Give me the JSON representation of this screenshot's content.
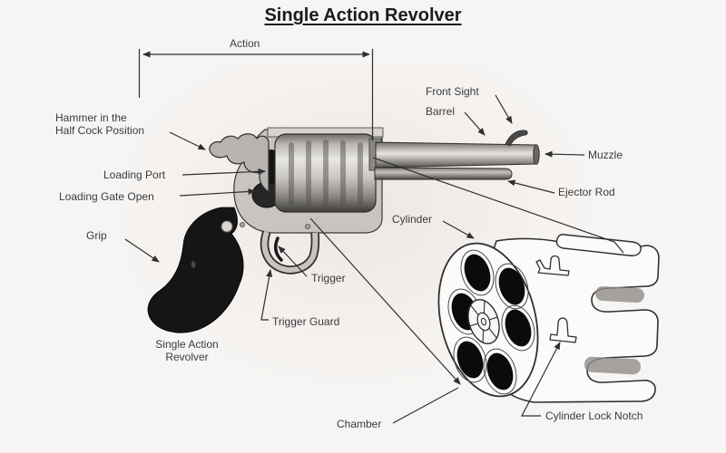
{
  "title": "Single Action Revolver",
  "caption": "Single Action\nRevolver",
  "labels": {
    "action": "Action",
    "front_sight": "Front Sight",
    "barrel": "Barrel",
    "muzzle": "Muzzle",
    "ejector_rod": "Ejector Rod",
    "hammer": "Hammer in the\nHalf Cock Position",
    "loading_port": "Loading Port",
    "loading_gate": "Loading Gate Open",
    "grip": "Grip",
    "trigger": "Trigger",
    "trigger_guard": "Trigger Guard",
    "cylinder": "Cylinder",
    "chamber": "Chamber",
    "cylinder_lock_notch": "Cylinder Lock Notch"
  },
  "colors": {
    "ink": "#2f2f2f",
    "label_text": "#3b3b3b",
    "grip_black": "#151515",
    "metal_light": "#e9e7e4",
    "metal_mid": "#b6b3b0",
    "metal_dark": "#4a4846",
    "background": "#f7f5f3"
  }
}
